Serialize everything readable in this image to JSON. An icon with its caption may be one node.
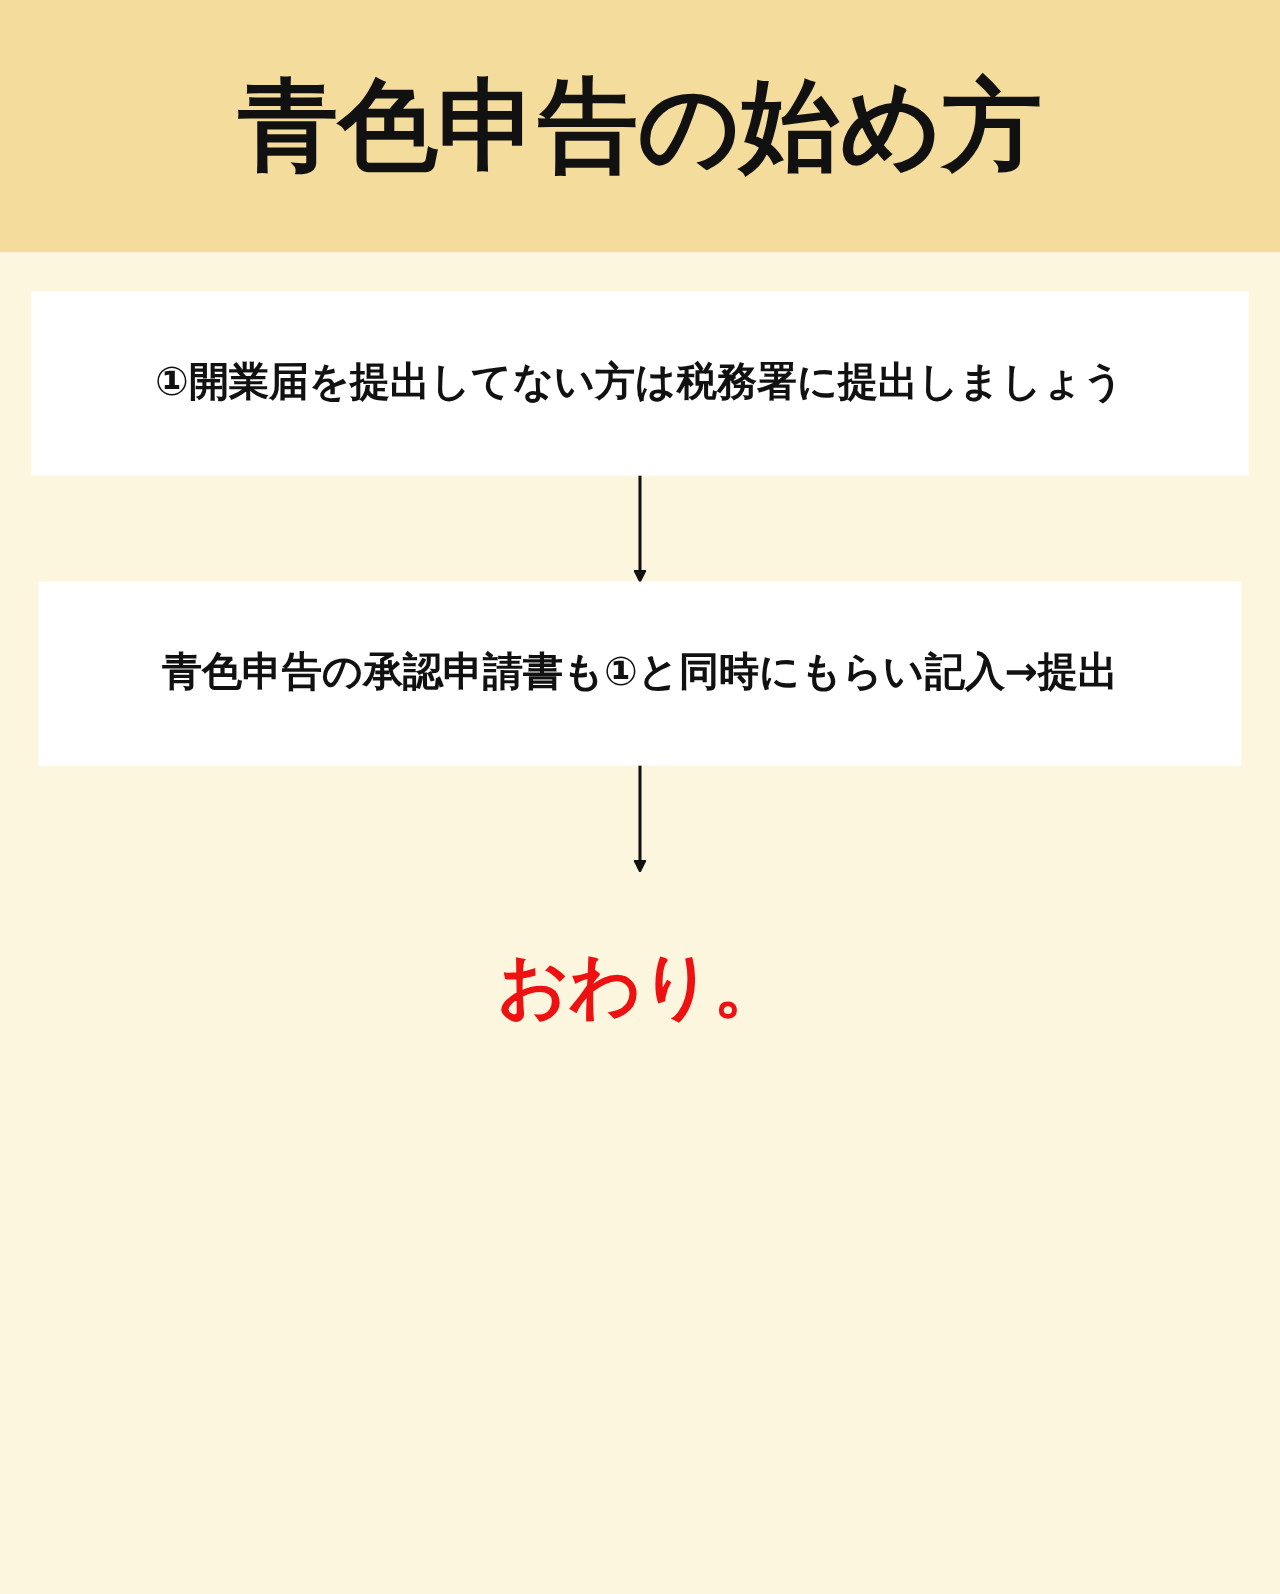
{
  "diagram": {
    "title": "青色申告の始め方",
    "nodes": [
      {
        "text": [
          "①開業届を提出してない方は税務署に提出しましょう"
        ]
      },
      {
        "text": [
          "青色申告の承認申請書も①と同時にもらい記入→提出"
        ]
      },
      {
        "text": [
          "おわり。"
        ]
      }
    ],
    "edges": [
      {
        "from": 0,
        "to": 1,
        "arrow": "to"
      },
      {
        "from": 1,
        "to": 2,
        "arrow": "to"
      }
    ]
  }
}
